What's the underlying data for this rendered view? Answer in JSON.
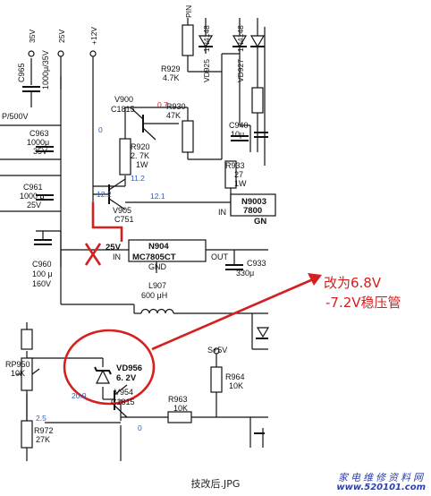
{
  "caption": "技改后.JPG",
  "watermark": {
    "line1": "家电维修资料网",
    "line2": "www.520101.com"
  },
  "annotation": {
    "line1": "改为6.8V",
    "line2": "-7.2V稳压管"
  },
  "rails": {
    "v35": "35V",
    "v25": "25V",
    "v12": "+12V",
    "pin": "PIN"
  },
  "components": {
    "c965": {
      "ref": "C965",
      "value": "1000μ/35V"
    },
    "cap_frag": "P/500V",
    "c963": {
      "ref": "C963",
      "value": "1000μ",
      "voltage": "35V"
    },
    "c961": {
      "ref": "C961",
      "value": "1000 μ",
      "voltage": "25V"
    },
    "c960": {
      "ref": "C960",
      "value": "100 μ",
      "voltage": "160V"
    },
    "v900": {
      "ref": "V900",
      "part": "C1815"
    },
    "r930": {
      "ref": "R930",
      "value": "47K"
    },
    "r929": {
      "ref": "R929",
      "value": "4.7K"
    },
    "vd925": {
      "ref": "VD925"
    },
    "d1n4148a": {
      "ref": "1N4148"
    },
    "vd927": {
      "ref": "VD927"
    },
    "d1n4148b": {
      "ref": "1N4148"
    },
    "r920": {
      "ref": "R920",
      "value": "2. 7K",
      "power": "1W"
    },
    "c940": {
      "ref": "C940",
      "value": "10μ"
    },
    "r933": {
      "ref": "R933",
      "value": "27",
      "power": "1W"
    },
    "v905": {
      "ref": "V905",
      "part": "C751"
    },
    "n9003": {
      "ref": "N9003",
      "part": "7800",
      "pin_gnd": "GN"
    },
    "n904": {
      "ref": "N904",
      "part": "MC7805CT",
      "pin_in": "IN",
      "pin_out": "OUT",
      "pin_gnd": "GND"
    },
    "in_label": "IN",
    "c933": {
      "ref": "C933",
      "value": "330μ"
    },
    "l907": {
      "ref": "L907",
      "value": "600 μH"
    },
    "rp950": {
      "ref": "RP950",
      "value": "10K"
    },
    "vd956": {
      "ref": "VD956",
      "value": "6. 2V"
    },
    "v954": {
      "ref": "V954",
      "part": "C1815"
    },
    "r963": {
      "ref": "R963",
      "value": "10K"
    },
    "r964": {
      "ref": "R964",
      "value": "10K"
    },
    "s5v": "S+5V",
    "r972": {
      "ref": "R972",
      "value": "27K"
    }
  },
  "voltages": {
    "v0a": "0",
    "v07": "0.7",
    "v122a": "12.2",
    "v112": "11.2",
    "v121": "12.1",
    "v25": "25V",
    "v209": "20.9",
    "v25b": "2.5",
    "v0b": "0"
  },
  "colors": {
    "ink": "#111111",
    "modification": "#d42020",
    "measurement": "#2f62b8",
    "watermark": "#2d3fa6"
  }
}
